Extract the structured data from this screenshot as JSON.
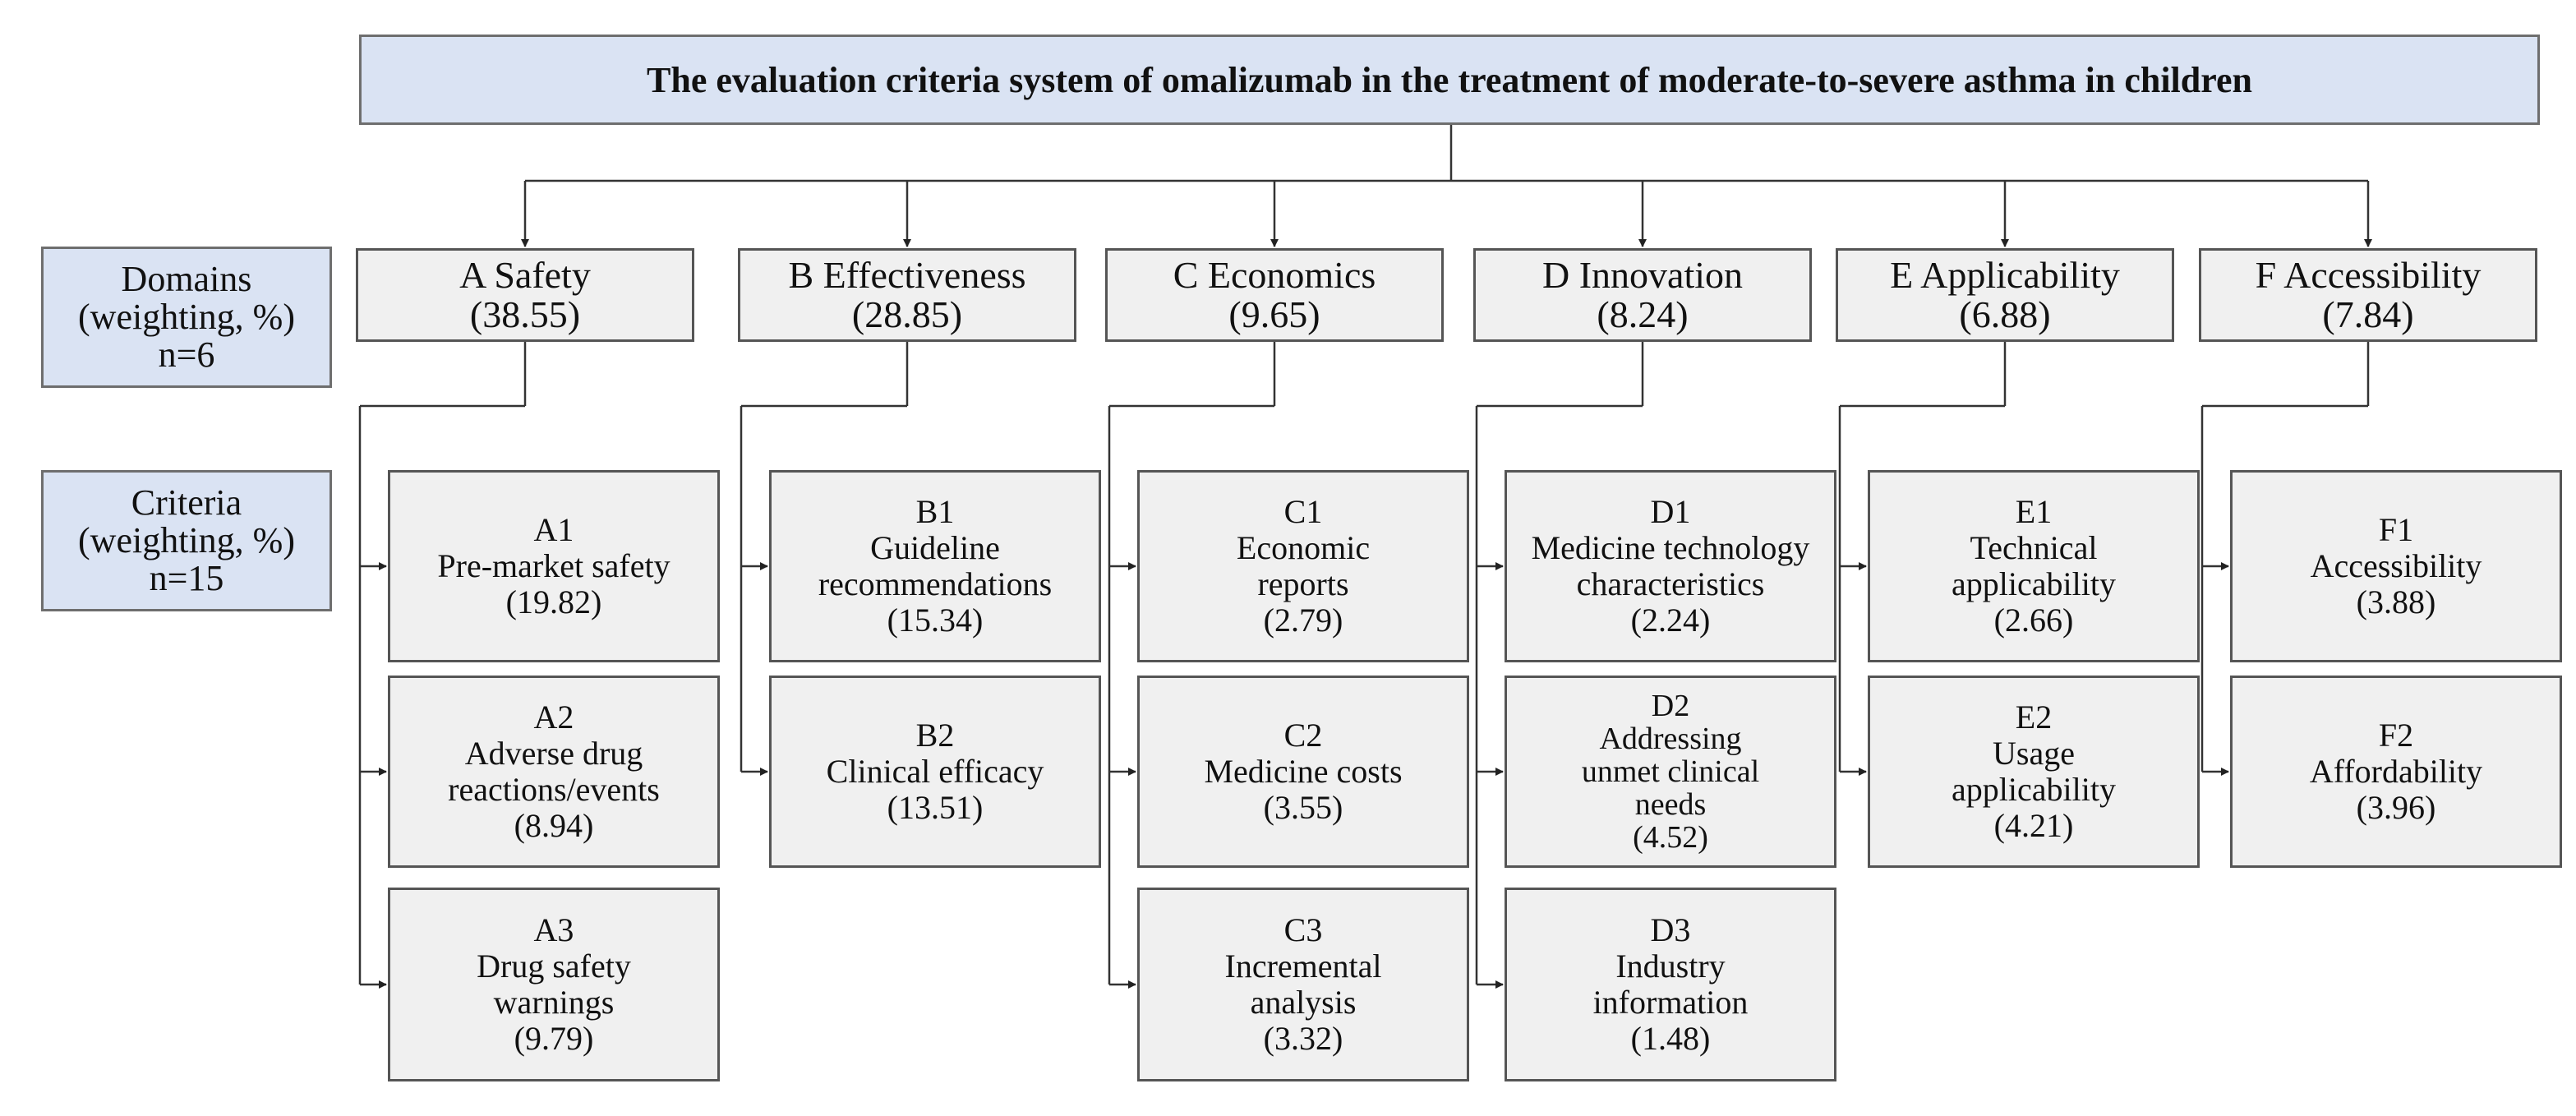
{
  "title": "The evaluation criteria system of omalizumab in the treatment of moderate-to-severe asthma in children",
  "domains_label": [
    "Domains",
    "(weighting, %)",
    "n=6"
  ],
  "criteria_label": [
    "Criteria",
    "(weighting, %)",
    "n=15"
  ],
  "domains": [
    {
      "name": "A Safety",
      "weight": "(38.55)",
      "criteria": [
        {
          "lines": [
            "A1",
            "Pre-market safety",
            "(19.82)"
          ]
        },
        {
          "lines": [
            "A2",
            "Adverse drug",
            "reactions/events",
            "(8.94)"
          ]
        },
        {
          "lines": [
            "A3",
            "Drug safety",
            "warnings",
            "(9.79)"
          ]
        }
      ]
    },
    {
      "name": "B Effectiveness",
      "weight": "(28.85)",
      "criteria": [
        {
          "lines": [
            "B1",
            "Guideline",
            "recommendations",
            "(15.34)"
          ]
        },
        {
          "lines": [
            "B2",
            "Clinical efficacy",
            "(13.51)"
          ]
        }
      ]
    },
    {
      "name": "C Economics",
      "weight": "(9.65)",
      "criteria": [
        {
          "lines": [
            "C1",
            "Economic",
            "reports",
            "(2.79)"
          ]
        },
        {
          "lines": [
            "C2",
            "Medicine costs",
            "(3.55)"
          ]
        },
        {
          "lines": [
            "C3",
            "Incremental",
            "analysis",
            "(3.32)"
          ]
        }
      ]
    },
    {
      "name": "D Innovation",
      "weight": "(8.24)",
      "criteria": [
        {
          "lines": [
            "D1",
            "Medicine technology",
            "characteristics",
            "(2.24)"
          ]
        },
        {
          "lines": [
            "D2",
            "Addressing",
            "unmet clinical",
            "needs",
            "(4.52)"
          ]
        },
        {
          "lines": [
            "D3",
            "Industry",
            "information",
            "(1.48)"
          ]
        }
      ]
    },
    {
      "name": "E Applicability",
      "weight": "(6.88)",
      "criteria": [
        {
          "lines": [
            "E1",
            "Technical",
            "applicability",
            "(2.66)"
          ]
        },
        {
          "lines": [
            "E2",
            "Usage",
            "applicability",
            "(4.21)"
          ]
        }
      ]
    },
    {
      "name": "F Accessibility",
      "weight": "(7.84)",
      "criteria": [
        {
          "lines": [
            "F1",
            "Accessibility",
            "(3.88)"
          ]
        },
        {
          "lines": [
            "F2",
            "Affordability",
            "(3.96)"
          ]
        }
      ]
    }
  ]
}
